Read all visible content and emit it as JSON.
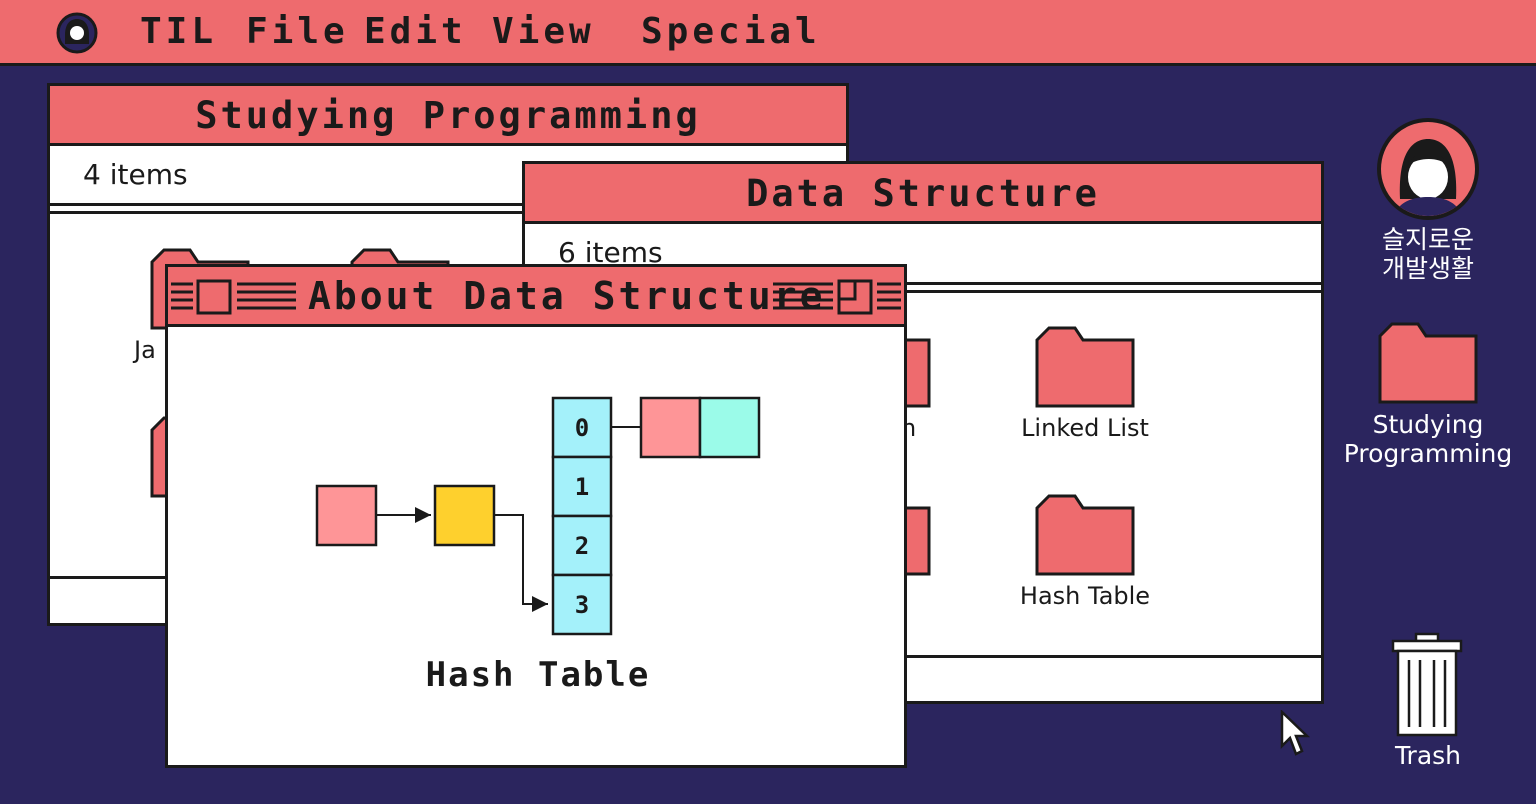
{
  "menubar": {
    "logo_icon": "user-avatar-icon",
    "items": [
      "TIL",
      "File",
      "Edit",
      "View",
      "Special"
    ]
  },
  "win_programming": {
    "title": "Studying Programming",
    "item_count": "4 items",
    "folders": [
      "Ja"
    ]
  },
  "win_datastructure": {
    "title": "Data Structure",
    "item_count": "6 items",
    "folders": [
      "n",
      "Linked List",
      "Hash Table"
    ]
  },
  "win_about": {
    "title": "About Data Structure",
    "caption": "Hash Table",
    "buckets": [
      "0",
      "1",
      "2",
      "3"
    ],
    "colors": {
      "pink": "#fe9597",
      "yellow": "#fed02d",
      "cyan": "#a4f1fa",
      "mint": "#9bfbe9"
    }
  },
  "desktop": {
    "profile_label_line1": "슬지로운",
    "profile_label_line2": "개발생활",
    "folder_label_line1": "Studying",
    "folder_label_line2": "Programming",
    "trash_label": "Trash"
  },
  "colors": {
    "background": "#2b255e",
    "accent": "#ee6b6e",
    "outline": "#1a1a1a"
  }
}
